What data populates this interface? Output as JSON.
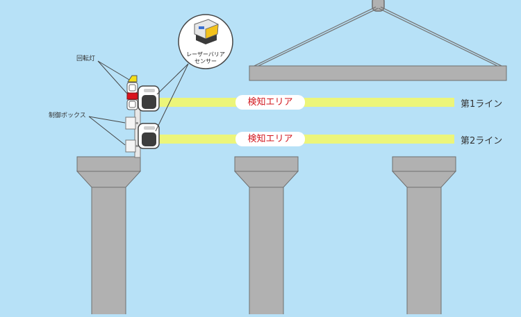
{
  "labels": {
    "rotating_light": "回転灯",
    "control_box": "制御ボックス",
    "sensor_line1": "レーザーバリア",
    "sensor_line2": "センサー"
  },
  "zones": [
    {
      "label": "検知エリア",
      "line_label": "第1ライン"
    },
    {
      "label": "検知エリア",
      "line_label": "第2ライン"
    }
  ],
  "colors": {
    "sky": "#b7e1f7",
    "concrete": "#b1b1b1",
    "concrete_edge": "#6e6e6e",
    "beam": "#ecf57a",
    "zone_text": "#d1141b",
    "light_yellow": "#f4df1a",
    "light_red": "#d9141e"
  }
}
